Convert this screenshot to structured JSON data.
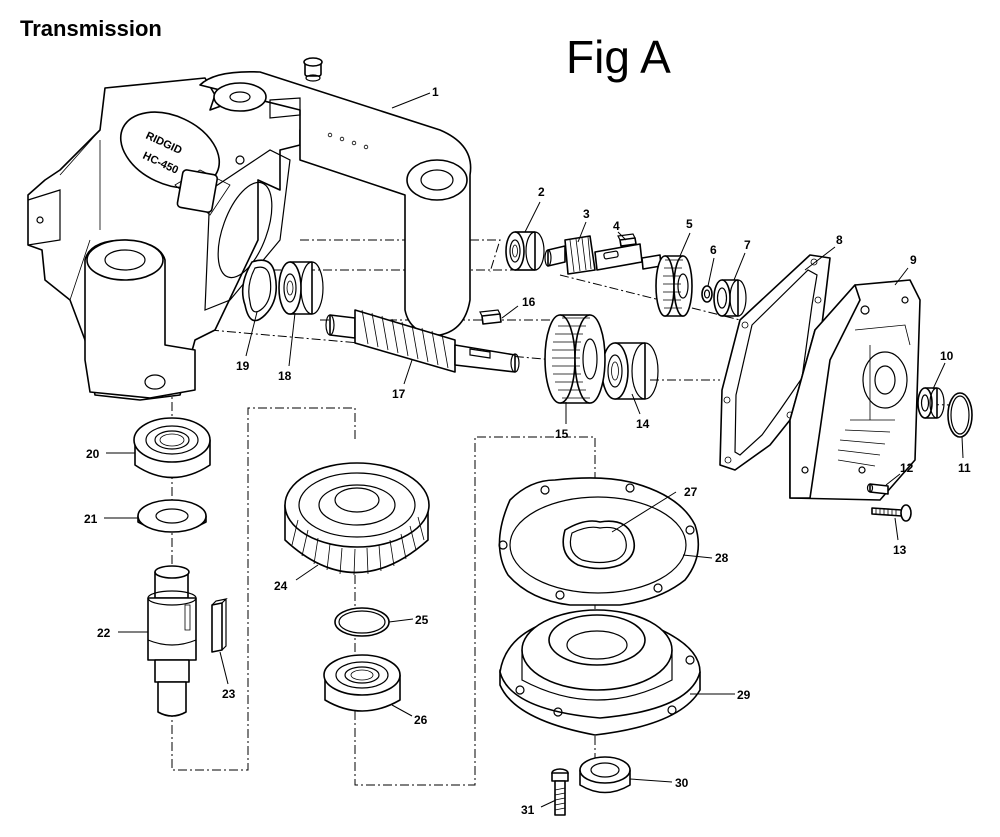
{
  "title": "Transmission",
  "figure_label": "Fig A",
  "housing_logo": [
    "RIDGID",
    "HC-450"
  ],
  "parts": [
    {
      "num": "1"
    },
    {
      "num": "2"
    },
    {
      "num": "3"
    },
    {
      "num": "4"
    },
    {
      "num": "5"
    },
    {
      "num": "6"
    },
    {
      "num": "7"
    },
    {
      "num": "8"
    },
    {
      "num": "9"
    },
    {
      "num": "10"
    },
    {
      "num": "11"
    },
    {
      "num": "12"
    },
    {
      "num": "13"
    },
    {
      "num": "14"
    },
    {
      "num": "15"
    },
    {
      "num": "16"
    },
    {
      "num": "17"
    },
    {
      "num": "18"
    },
    {
      "num": "19"
    },
    {
      "num": "20"
    },
    {
      "num": "21"
    },
    {
      "num": "22"
    },
    {
      "num": "23"
    },
    {
      "num": "24"
    },
    {
      "num": "25"
    },
    {
      "num": "26"
    },
    {
      "num": "27"
    },
    {
      "num": "28"
    },
    {
      "num": "29"
    },
    {
      "num": "30"
    },
    {
      "num": "31"
    }
  ]
}
